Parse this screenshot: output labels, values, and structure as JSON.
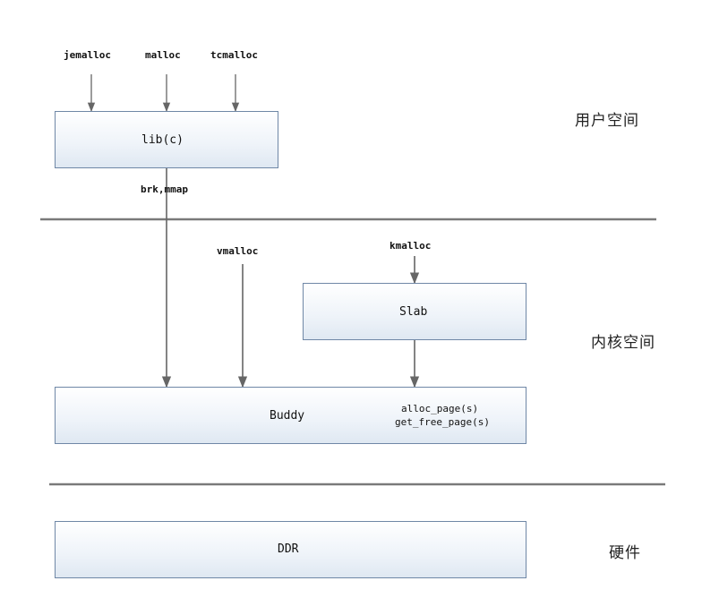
{
  "allocators": {
    "jemalloc": "jemalloc",
    "malloc": "malloc",
    "tcmalloc": "tcmalloc"
  },
  "boxes": {
    "libc": "lib(c)",
    "slab": "Slab",
    "buddy": "Buddy",
    "ddr": "DDR"
  },
  "edges": {
    "brk_mmap": "brk,mmap",
    "vmalloc": "vmalloc",
    "kmalloc": "kmalloc",
    "alloc_page": "alloc_page(s)",
    "get_free_page": "get_free_page(s)"
  },
  "regions": {
    "user_space": "用户空间",
    "kernel_space": "内核空间",
    "hardware": "硬件"
  },
  "colors": {
    "box_border": "#6f87a6",
    "line": "#666666",
    "divider": "#7a7a7a"
  }
}
